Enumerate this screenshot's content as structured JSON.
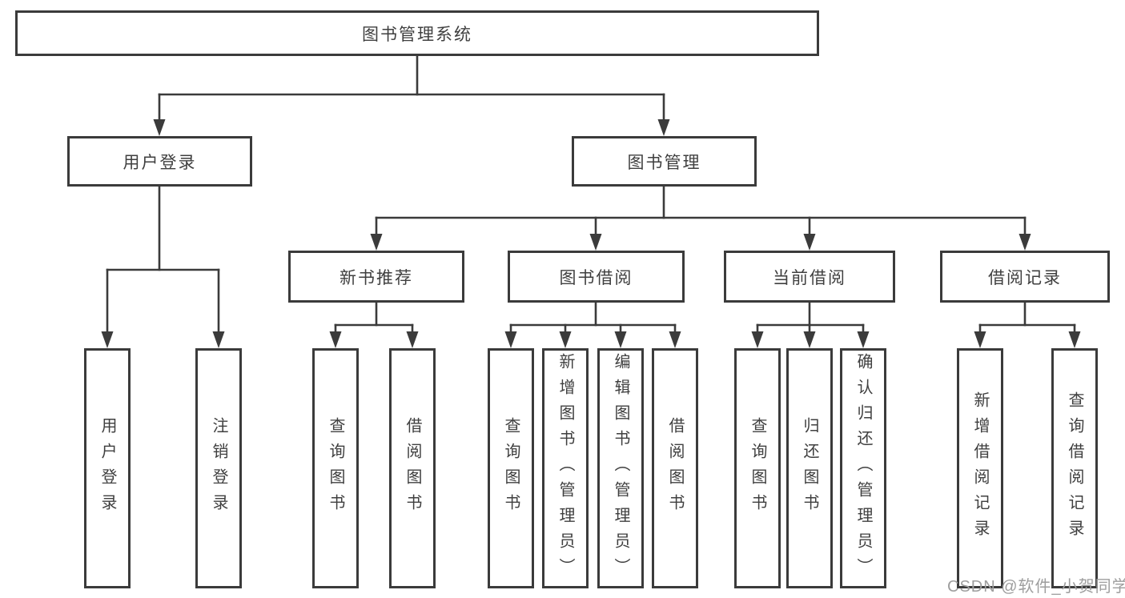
{
  "tree": {
    "root": {
      "label": "图书管理系统"
    },
    "level2": [
      {
        "label": "用户登录",
        "children": [
          {
            "label": "用户登录"
          },
          {
            "label": "注销登录"
          }
        ]
      },
      {
        "label": "图书管理",
        "children": [
          {
            "label": "新书推荐",
            "children": [
              {
                "label": "查询图书"
              },
              {
                "label": "借阅图书"
              }
            ]
          },
          {
            "label": "图书借阅",
            "children": [
              {
                "label": "查询图书"
              },
              {
                "label": "新增图书（管理员）"
              },
              {
                "label": "编辑图书（管理员）"
              },
              {
                "label": "借阅图书"
              }
            ]
          },
          {
            "label": "当前借阅",
            "children": [
              {
                "label": "查询图书"
              },
              {
                "label": "归还图书"
              },
              {
                "label": "确认归还（管理员）"
              }
            ]
          },
          {
            "label": "借阅记录",
            "children": [
              {
                "label": "新增借阅记录"
              },
              {
                "label": "查询借阅记录"
              }
            ]
          }
        ]
      }
    ]
  },
  "watermark": "CSDN @软件_小贺同学",
  "colors": {
    "line": "#3b3b3b",
    "text": "#3f3f3f",
    "watermark": "#9e9e9e",
    "background": "#ffffff"
  }
}
